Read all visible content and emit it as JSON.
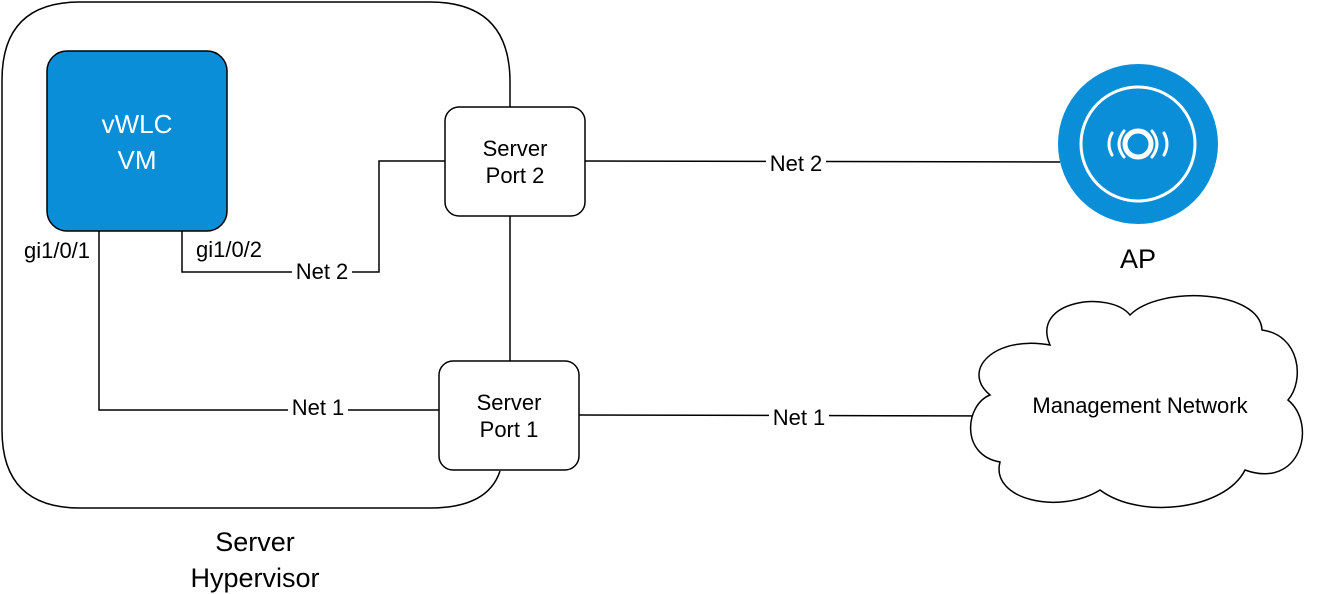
{
  "hypervisor": {
    "label_line1": "Server",
    "label_line2": "Hypervisor"
  },
  "vm": {
    "label_line1": "vWLC",
    "label_line2": "VM",
    "fill": "#0b8ed8"
  },
  "ports": {
    "port2": {
      "line1": "Server",
      "line2": "Port 2"
    },
    "port1": {
      "line1": "Server",
      "line2": "Port 1"
    }
  },
  "interfaces": {
    "gi1": "gi1/0/1",
    "gi2": "gi1/0/2"
  },
  "links": {
    "vm_net2": "Net 2",
    "vm_net1": "Net 1",
    "ap_net2": "Net 2",
    "mgmt_net1": "Net 1"
  },
  "ap": {
    "label": "AP",
    "color": "#0b8ed8",
    "icon": "access-point-icon"
  },
  "cloud": {
    "label": "Management Network"
  }
}
